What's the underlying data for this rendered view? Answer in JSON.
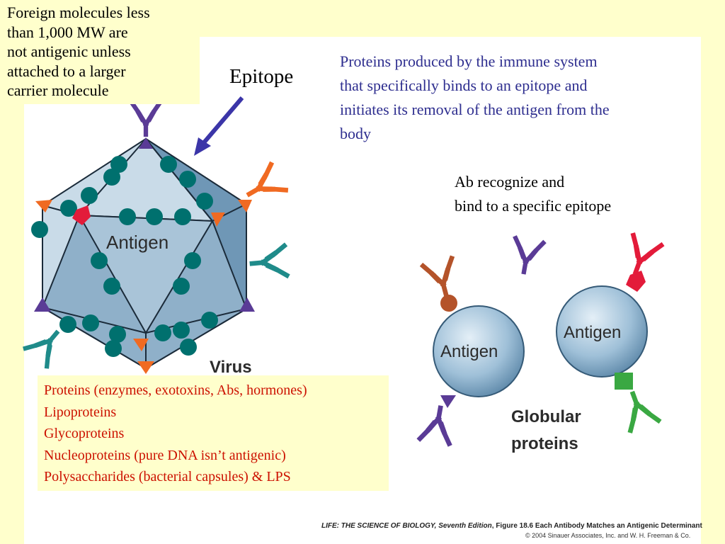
{
  "note": {
    "lines": [
      "Foreign molecules less",
      "than 1,000 MW are",
      "not antigenic unless",
      "attached to a larger",
      "carrier molecule"
    ]
  },
  "epitope_label": "Epitope",
  "antibody_definition": {
    "lines": [
      "Proteins produced by the immune system",
      "that specifically binds to an epitope and",
      "initiates its removal of the antigen from the",
      "body"
    ]
  },
  "ab_binding": {
    "lines": [
      "Ab recognize and",
      "bind to a specific epitope"
    ]
  },
  "figure": {
    "virus_antigen_label": "Antigen",
    "virus_label": "Virus",
    "globular_antigen_left": "Antigen",
    "globular_antigen_right": "Antigen",
    "globular_label_line1": "Globular",
    "globular_label_line2": "proteins"
  },
  "antigen_types": [
    "Proteins (enzymes, exotoxins, Abs, hormones)",
    "Lipoproteins",
    "Glycoproteins",
    "Nucleoproteins (pure DNA isn’t antigenic)",
    "Polysaccharides (bacterial capsules) & LPS"
  ],
  "caption": {
    "source_title": "LIFE: THE SCIENCE OF BIOLOGY, Seventh Edition",
    "figure_ref": ", Figure 18.6 Each Antibody Matches an Antigenic Determinant",
    "copyright": "© 2004 Sinauer Associates, Inc. and W. H. Freeman & Co."
  },
  "colors": {
    "background": "#ffffcc",
    "definition_text": "#2e2e8f",
    "list_text": "#cc1100",
    "virus_face_light": "#c9dbe8",
    "virus_face_dark": "#6f97b6",
    "epitope_dot": "#00706e",
    "antibody_purple": "#5a3b96",
    "antibody_orange": "#f06a22",
    "antibody_teal": "#1f8b8a",
    "antibody_brown": "#b4532a",
    "antibody_red": "#e31b3a",
    "antibody_green": "#3aa842",
    "arrow": "#3b35a8"
  }
}
